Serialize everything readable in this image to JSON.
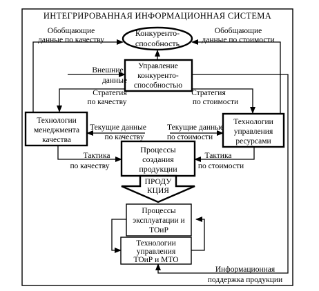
{
  "title": "ИНТЕГРИРОВАННАЯ ИНФОРМАЦИОННАЯ СИСТЕМА",
  "nodes": {
    "competitiveness": [
      "Конкуренто-",
      "способность"
    ],
    "management": [
      "Управление",
      "конкуренто-",
      "способностью"
    ],
    "quality_tech": [
      "Технологии",
      "менеджмента",
      "качества"
    ],
    "resource_tech": [
      "Технологии",
      "управления",
      "ресурсами"
    ],
    "production": [
      "Процессы",
      "создания",
      "продукции"
    ],
    "product_arrow": [
      "ПРОДУ",
      "КЦИЯ"
    ],
    "operation": [
      "Процессы",
      "эксплуатации и",
      "ТОиР"
    ],
    "tech_mto": [
      "Технологии",
      "управления",
      "ТОиР и МТО"
    ]
  },
  "labels": {
    "general_quality": [
      "Обобщающие",
      "данные по качеству"
    ],
    "general_cost": [
      "Обобщающие",
      "данные по стоимости"
    ],
    "external": [
      "Внешние",
      "данные"
    ],
    "strategy_quality": [
      "Стратегия",
      "по качеству"
    ],
    "strategy_cost": [
      "Стратегия",
      "по стоимости"
    ],
    "current_quality": [
      "Текущие данные",
      "по качеству"
    ],
    "current_cost": [
      "Текущие данные",
      "по стоимости"
    ],
    "tactic_quality": [
      "Тактика",
      "по качеству"
    ],
    "tactic_cost": [
      "Тактика",
      "по стоимости"
    ],
    "info_support": [
      "Информационная",
      "поддержка продукции"
    ]
  }
}
